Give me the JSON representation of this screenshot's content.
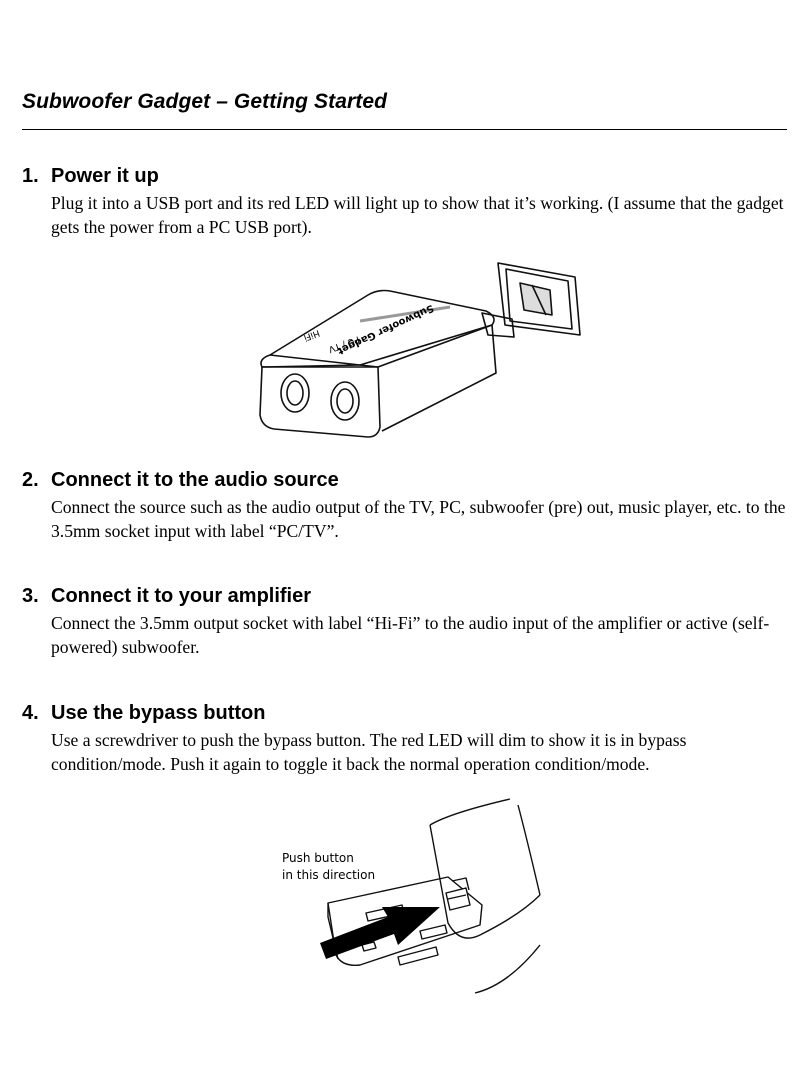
{
  "document": {
    "title": "Subwoofer Gadget – Getting Started"
  },
  "steps": [
    {
      "number": "1.",
      "heading": "Power it up",
      "body": "Plug it into a USB port and its red LED will light up to show that it’s working. (I assume that the gadget gets the power from a PC USB port)."
    },
    {
      "number": "2.",
      "heading": "Connect it to the audio source",
      "body": "Connect the source such as the audio output of the TV, PC, subwoofer (pre) out, music player, etc. to the 3.5mm socket input with label “PC/TV”."
    },
    {
      "number": "3.",
      "heading": "Connect it to your amplifier",
      "body": "Connect the 3.5mm output socket with label “Hi-Fi” to the audio input of the amplifier or active (self-powered) subwoofer."
    },
    {
      "number": "4.",
      "heading": "Use the bypass button",
      "body": "Use a screwdriver to push the bypass button. The red LED will dim to show it is in bypass condition/mode. Push it again to toggle it back the normal operation condition/mode."
    }
  ],
  "figures": {
    "device": {
      "brand_label": "Subwoofer Gadget",
      "input_label": "PC / TV",
      "output_label": "HiFi"
    },
    "button": {
      "caption_line1": "Push button",
      "caption_line2": "in this direction"
    }
  }
}
